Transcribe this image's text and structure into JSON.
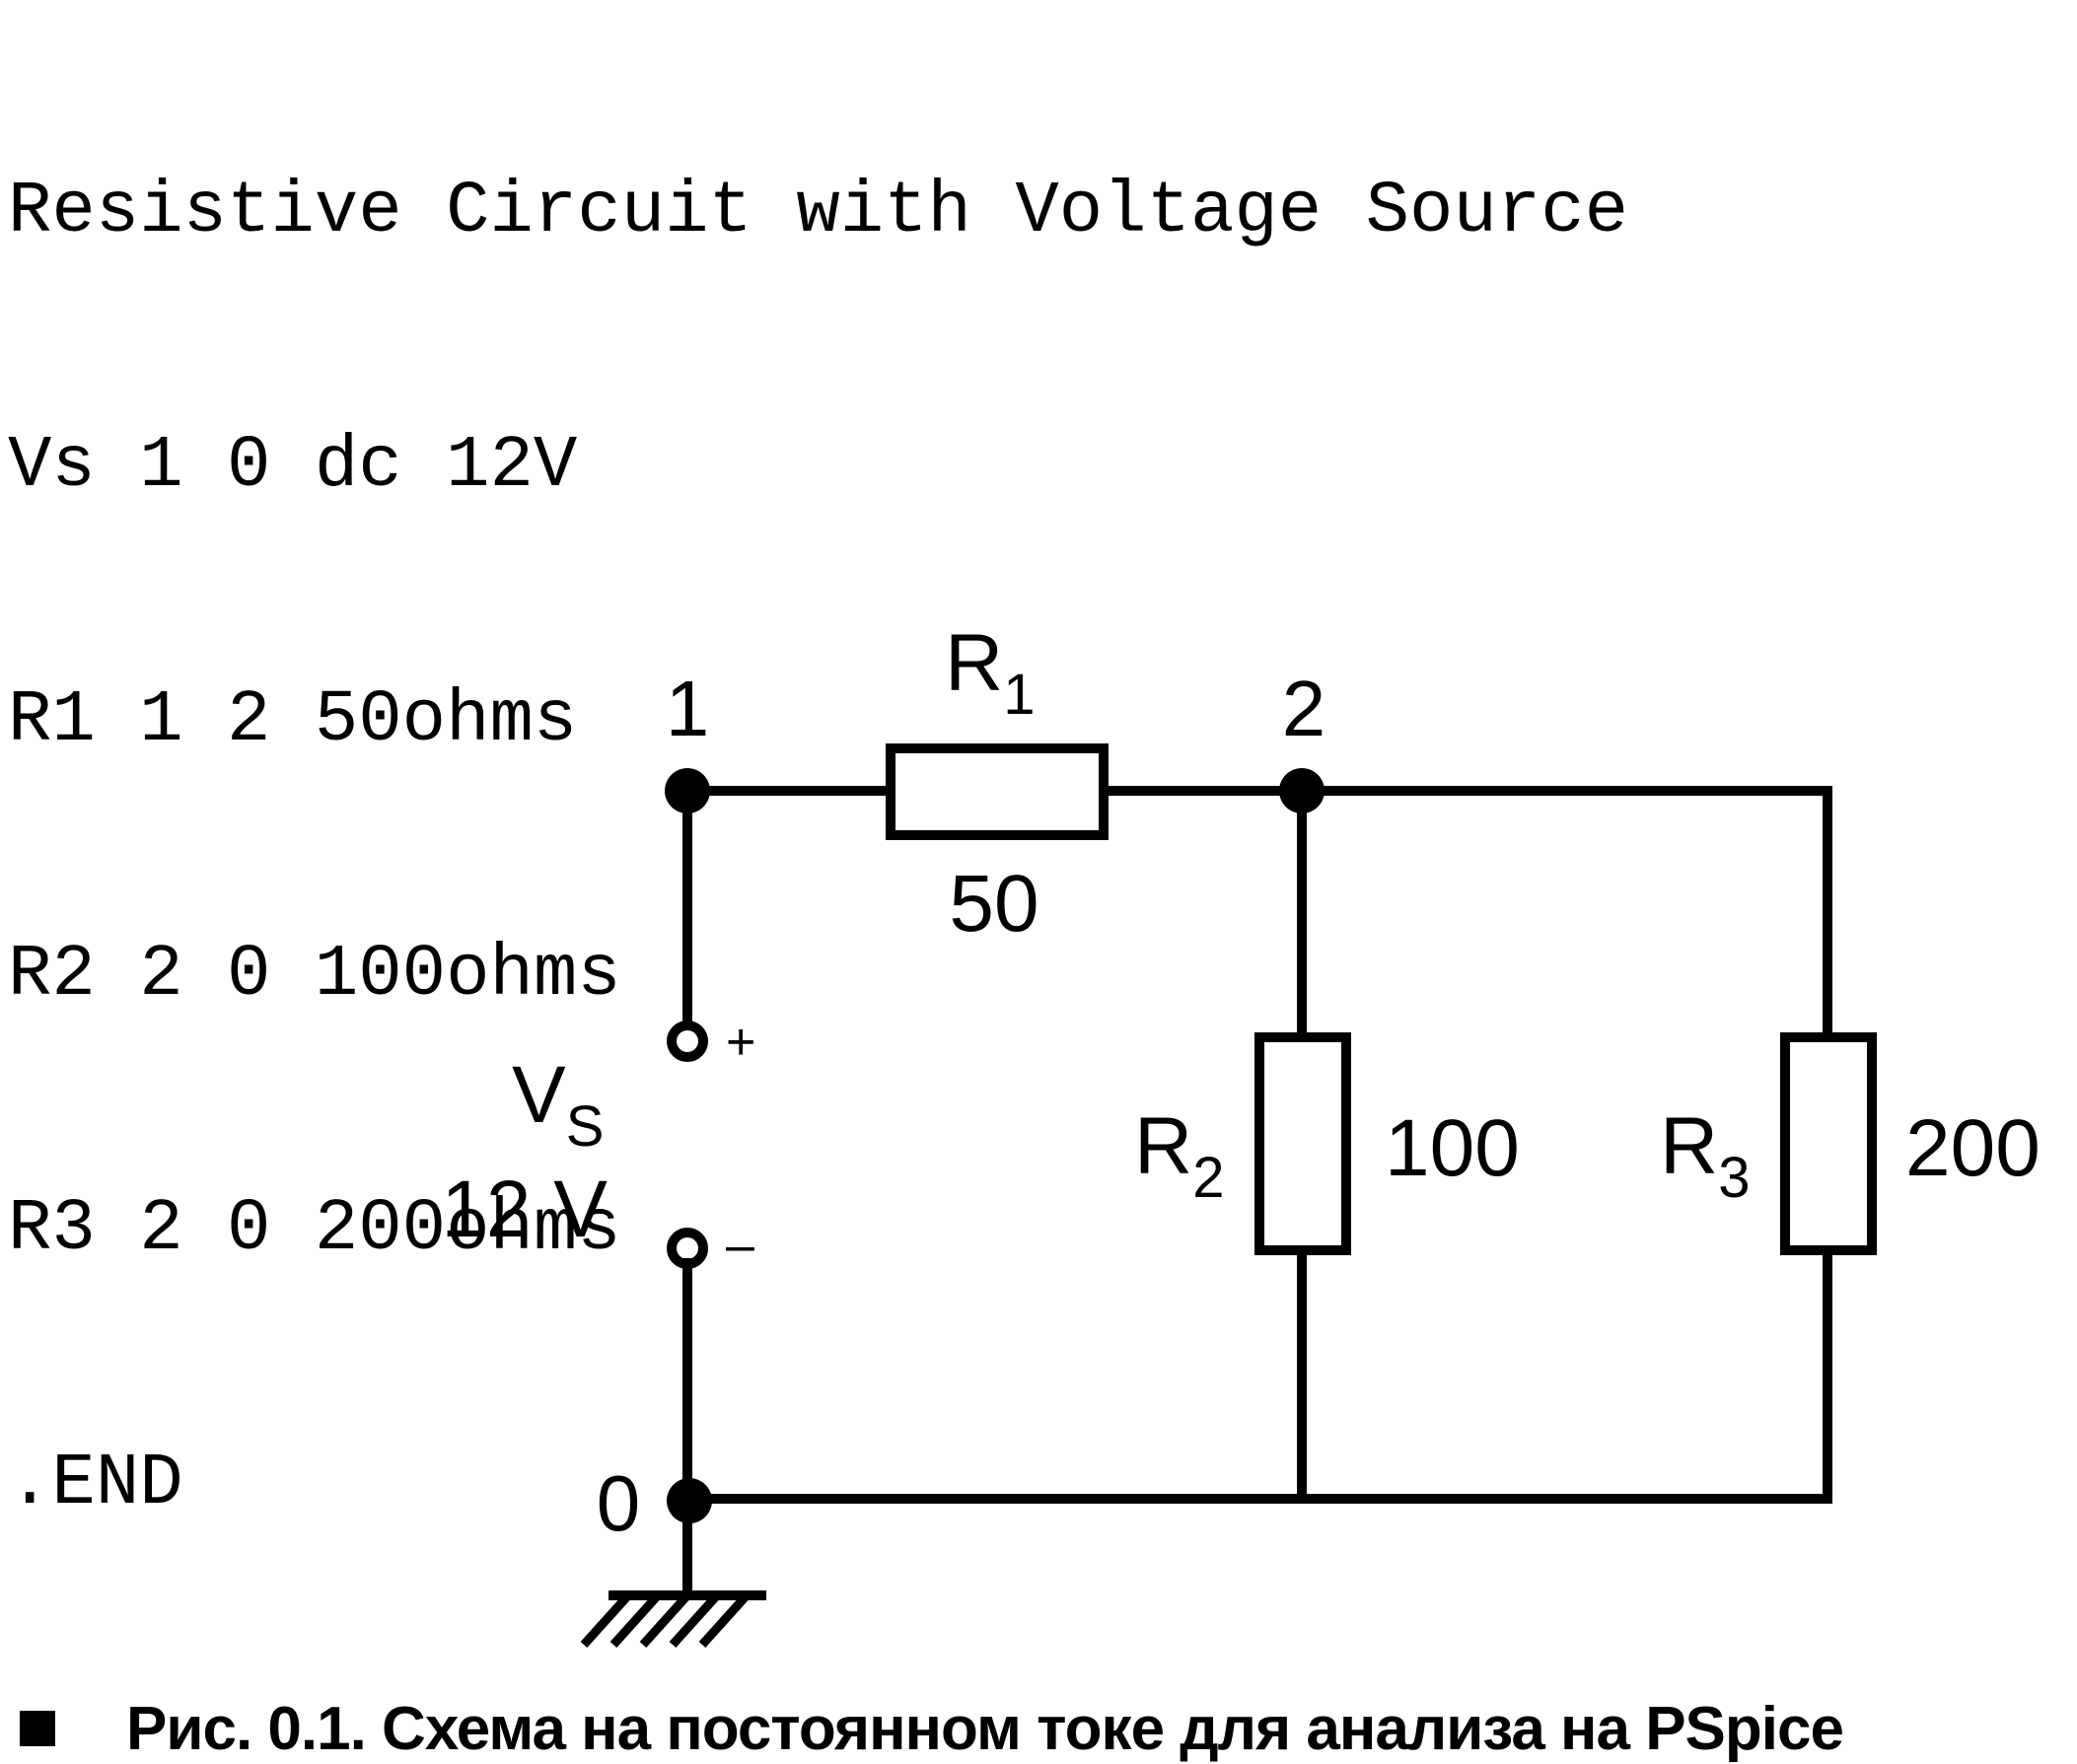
{
  "netlist": {
    "lines": [
      "Resistive Circuit with Voltage Source",
      "Vs 1 0 dc 12V",
      "R1 1 2 50ohms",
      "R2 2 0 100ohms",
      "R3 2 0 200ohms",
      ".END"
    ]
  },
  "schematic": {
    "nodes": {
      "n1": "1",
      "n2": "2",
      "n0": "0"
    },
    "source": {
      "name": "V",
      "subscript": "S",
      "value": "12 V",
      "plus": "+",
      "minus": "–"
    },
    "r1": {
      "name": "R",
      "subscript": "1",
      "value": "50"
    },
    "r2": {
      "name": "R",
      "subscript": "2",
      "value": "100"
    },
    "r3": {
      "name": "R",
      "subscript": "3",
      "value": "200"
    }
  },
  "caption": {
    "text": "Рис. 0.1. Схема на постоянном токе для анализа на PSpice"
  }
}
